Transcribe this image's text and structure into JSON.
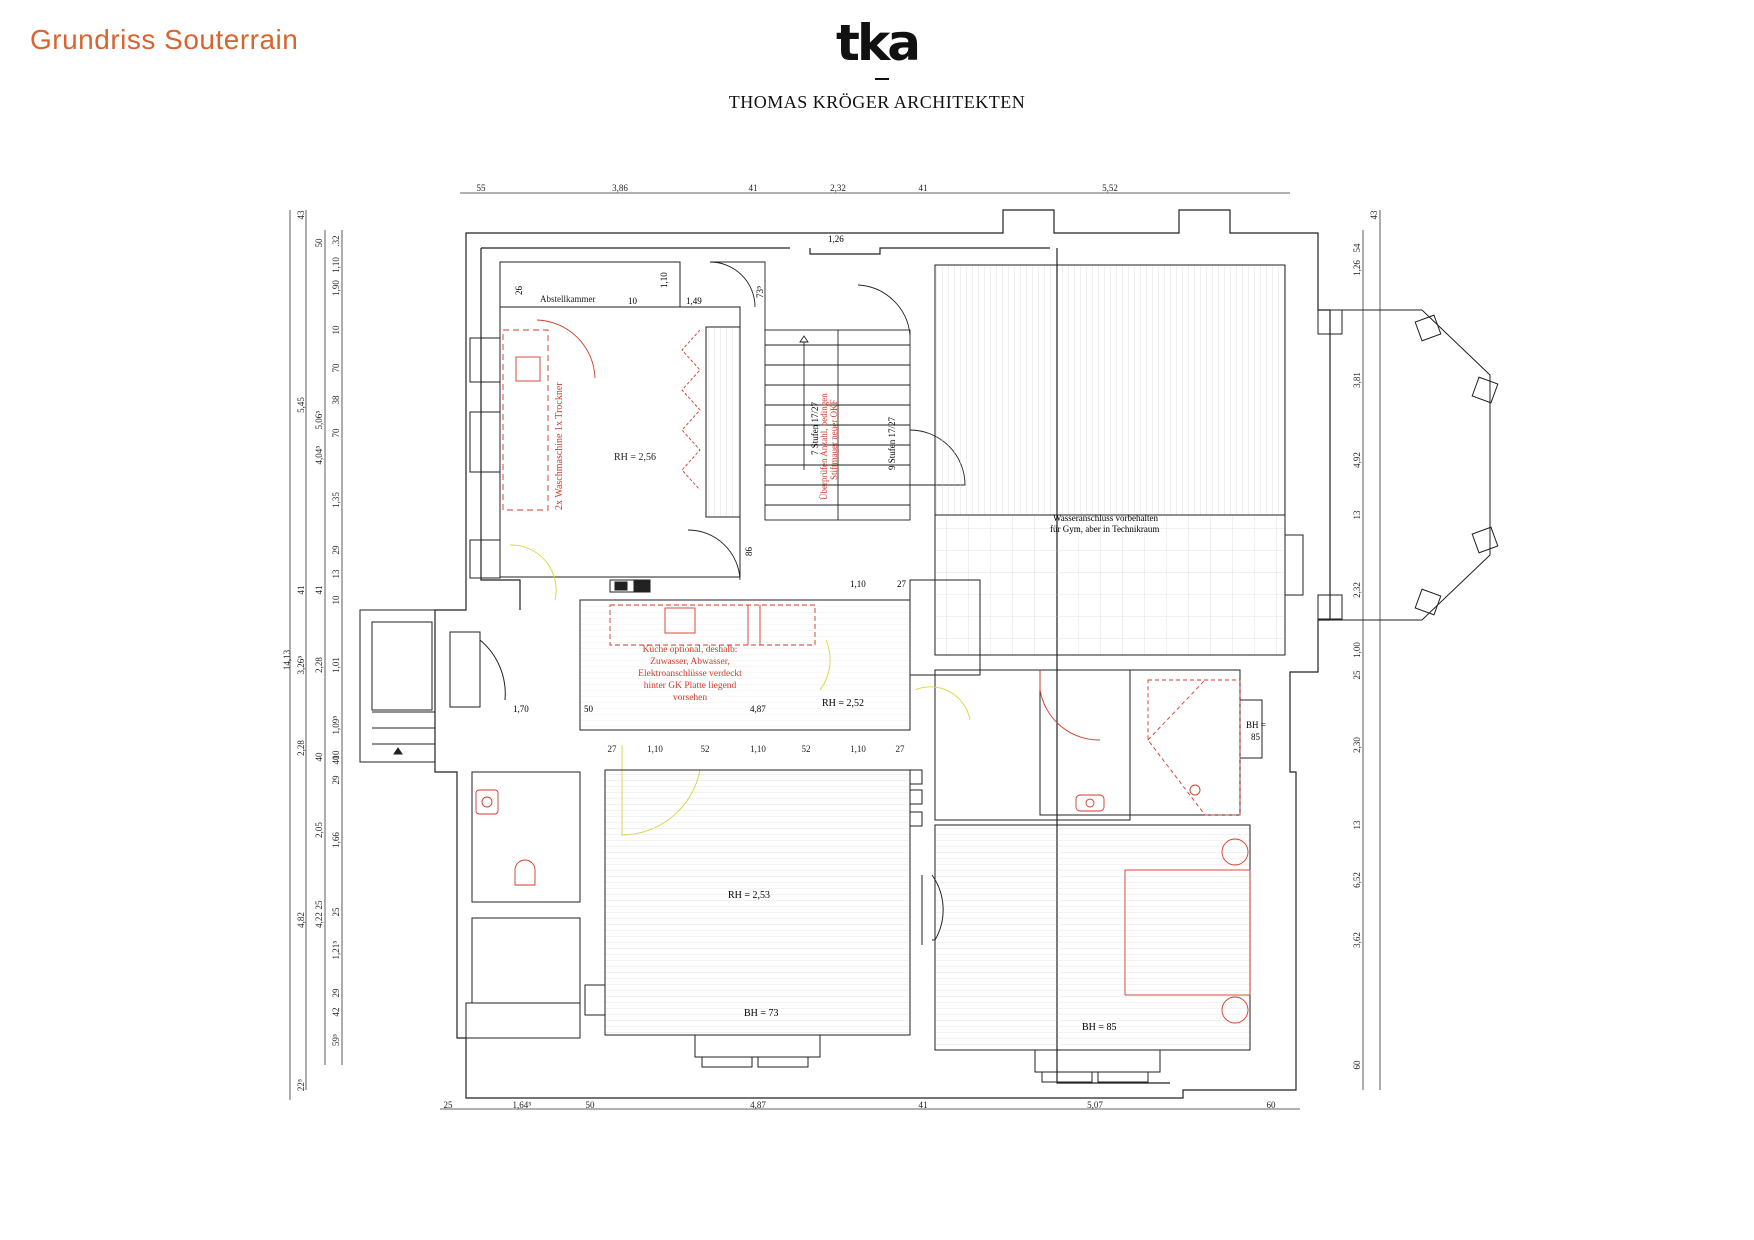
{
  "page": {
    "title": "Grundriss Souterrain",
    "logo": "tka",
    "firm": "THOMAS KRÖGER ARCHITEKTEN",
    "title_color": "#d9642f"
  },
  "dims": {
    "top": [
      "55",
      "3,86",
      "41",
      "2,32",
      "41",
      "5,52"
    ],
    "bottom": [
      "25",
      "1,64⁵",
      "50",
      "4,87",
      "41",
      "5,07",
      "60"
    ],
    "left_total": "14,13",
    "left_b": [
      "43",
      "5,45",
      "41",
      "3,26⁵",
      "2,28",
      "4,82",
      "22⁵"
    ],
    "left_c": [
      "50",
      "5,06⁵",
      "4,04⁵",
      "41",
      "2,28",
      "40",
      "2,05",
      "25",
      "4,22"
    ],
    "left_d": [
      ".32",
      "1,10",
      "1,90",
      "10",
      "70",
      "38",
      "70",
      "1,35",
      "29",
      "13",
      "10",
      "1,01",
      "1,09⁵",
      "10",
      "40",
      "29",
      "1,66",
      "25",
      "1,21⁵",
      "29",
      "42",
      "59⁵"
    ],
    "right": [
      "43",
      "54",
      "1,26",
      "3,81",
      "4,92",
      "13",
      "2,32",
      "1,00",
      "25",
      "2,30",
      "13",
      "6,52",
      "3,62",
      "60"
    ]
  },
  "labels": {
    "abstellkammer": "Abstellkammer",
    "d26": "26",
    "d10a": "10",
    "d110": "1,10",
    "d149": "1,49",
    "d73": "73⁵",
    "d126": "1,26",
    "d86": "86",
    "d110b": "1,10",
    "d27a": "27",
    "waschmaschine": "2x Waschmaschine 1x Trockner",
    "rh256": "RH = 2,56",
    "stufen7": "7 Stufen 17/27",
    "stufen9": "9 Stufen 17/27",
    "ueberpruefen1": "Überprüfen Anzahl, bedingen",
    "ueberpruefen2": "Stiftmauer neuer OKF",
    "wasser1": "Wasseranschluss vorbehalten",
    "wasser2": "für Gym, aber in Technikraum",
    "kueche": [
      "Küche optional, deshalb:",
      "Zuwasser, Abwasser,",
      "Elektroanschlüsse verdeckt",
      "hinter GK Platte liegend",
      "vorsehen"
    ],
    "rh252": "RH = 2,52",
    "d170": "1,70",
    "d50": "50",
    "d487": "4,87",
    "row2": [
      "27",
      "1,10",
      "52",
      "1,10",
      "52",
      "1,10",
      "27"
    ],
    "bh85a": "BH =",
    "bh85b": "85",
    "rh253": "RH = 2,53",
    "bh73": "BH = 73",
    "bh85c": "BH = 85"
  },
  "colors": {
    "line": "#222",
    "red": "#d23a2a",
    "yellow": "#d8d63a",
    "grey": "#888"
  }
}
